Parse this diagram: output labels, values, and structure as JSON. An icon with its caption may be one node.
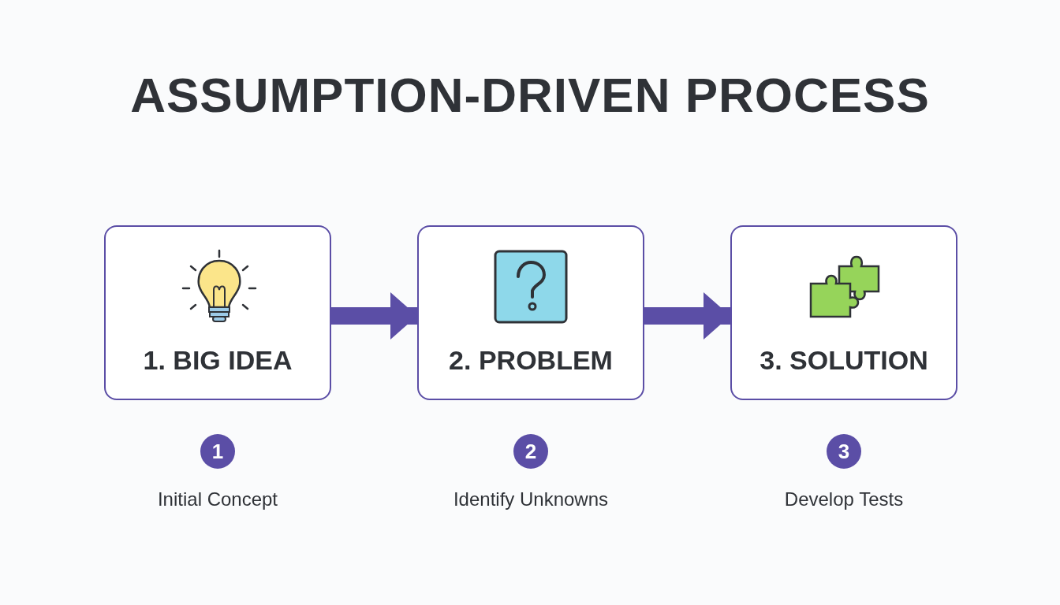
{
  "diagram": {
    "title": "ASSUMPTION-DRIVEN PROCESS",
    "nodes": [
      {
        "text": [
          "1. BIG IDEA"
        ],
        "beside": [
          "1",
          "Initial Concept"
        ]
      },
      {
        "text": [
          "2. PROBLEM"
        ],
        "beside": [
          "2",
          "Identify Unknowns"
        ]
      },
      {
        "text": [
          "3. SOLUTION"
        ],
        "beside": [
          "3",
          "Develop Tests"
        ]
      }
    ],
    "edges": [
      {
        "from": 0,
        "to": 1,
        "arrow": "to"
      },
      {
        "from": 1,
        "to": 2,
        "arrow": "to"
      }
    ]
  }
}
